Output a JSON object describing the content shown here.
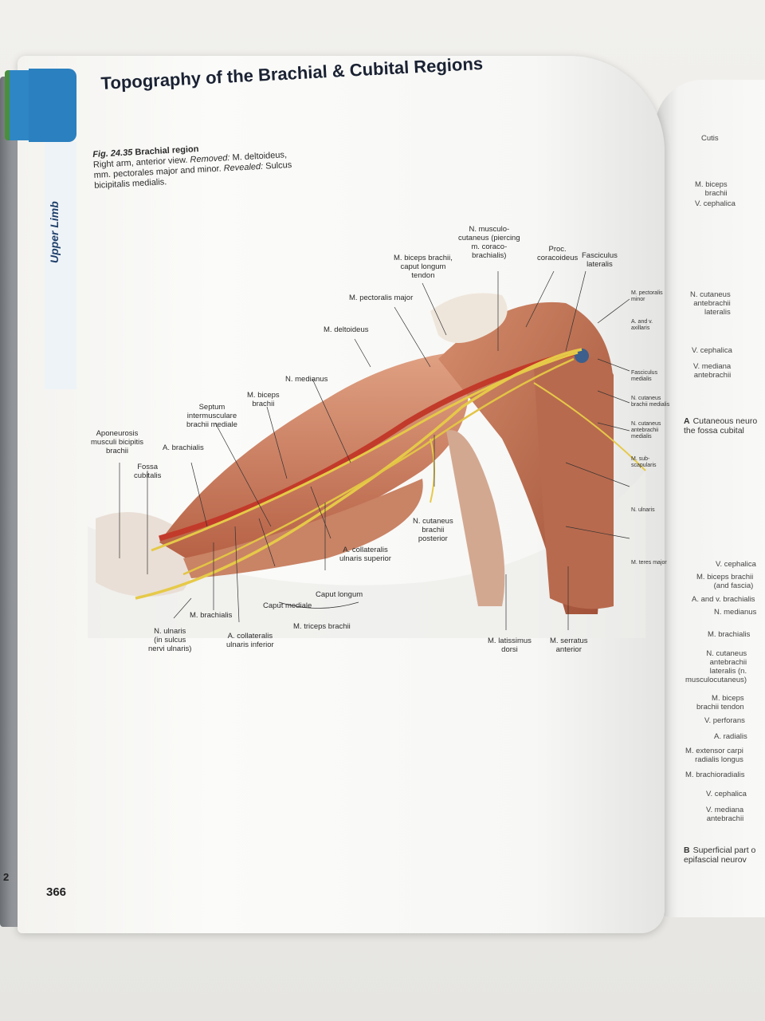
{
  "page": {
    "title": "Topography of the Brachial & Cubital Regions",
    "section": "Upper Limb",
    "page_number": "366",
    "chapter_number": "2"
  },
  "figure": {
    "number": "Fig. 24.35",
    "title": "Brachial region",
    "desc_line": "Right arm, anterior view.",
    "removed_label": "Removed:",
    "removed_text": "M. deltoideus, mm. pectorales major and minor.",
    "revealed_label": "Revealed:",
    "revealed_text": "Sulcus bicipitalis medialis."
  },
  "labels": {
    "n_musculocutaneus": "N. musculo-\ncutaneus (piercing\nm. coraco-\nbrachialis)",
    "proc_coracoideus": "Proc.\ncoracoideus",
    "fasciculus_lateralis": "Fasciculus\nlateralis",
    "m_biceps_caput_longum": "M. biceps brachii,\ncaput longum\ntendon",
    "m_pectoralis_major": "M. pectoralis major",
    "m_deltoideus": "M. deltoideus",
    "n_medianus": "N. medianus",
    "m_biceps_brachii": "M. biceps\nbrachii",
    "septum": "Septum\nintermusculare\nbrachii mediale",
    "aponeurosis": "Aponeurosis\nmusculi bicipitis\nbrachii",
    "a_brachialis": "A. brachialis",
    "fossa_cubitalis": "Fossa\ncubitalis",
    "n_cutaneus_posterior": "N. cutaneus\nbrachii\nposterior",
    "a_collateralis_superior": "A. collateralis\nulnaris superior",
    "caput_longum": "Caput longum",
    "caput_mediale": "Caput mediale",
    "m_triceps": "M. triceps brachii",
    "m_brachialis": "M. brachialis",
    "n_ulnaris": "N. ulnaris\n(in sulcus\nnervi ulnaris)",
    "a_collateralis_inferior": "A. collateralis\nulnaris inferior",
    "m_latissimus": "M. latissimus\ndorsi",
    "m_serratus": "M. serratus\nanterior",
    "m_pectoralis_minor": "M. pectoralis\nminor",
    "a_v_axillaris": "A. and v.\naxillaris",
    "fasciculus_medialis": "Fasciculus\nmedialis",
    "n_cut_brachii_med": "N. cutaneus\nbrachii medialis",
    "n_cut_antebrachii_med": "N. cutaneus\nantebrachii\nmedialis",
    "m_subscapularis": "M. sub-\nscapularis",
    "n_ulnaris_small": "N. ulnaris",
    "m_teres_major": "M. teres major"
  },
  "right_page": {
    "labels_top": [
      "Cutis",
      "M. biceps\nbrachii",
      "V. cephalica",
      "N. cutaneus\nantebrachii\nlateralis",
      "V. cephalica",
      "V. mediana\nantebrachii"
    ],
    "caption_a_key": "A",
    "caption_a": "Cutaneous neuro\nthe fossa cubital",
    "labels_bottom": [
      "V. cephalica",
      "M. biceps brachii\n(and fascia)",
      "A. and v. brachialis",
      "N. medianus",
      "M. brachialis",
      "N. cutaneus\nantebrachii\nlateralis (n.\nmusculocutaneus)",
      "M. biceps\nbrachii tendon",
      "V. perforans",
      "A. radialis",
      "M. extensor carpi\nradialis longus",
      "M. brachioradialis",
      "V. cephalica",
      "V. mediana\nantebrachii"
    ],
    "caption_b_key": "B",
    "caption_b": "Superficial part o\nepifascial neurov"
  },
  "colors": {
    "header_blue": "#2b80c0",
    "muscle": "#c7765a",
    "nerve": "#e6c948",
    "artery": "#c23a2a",
    "vein": "#3c5f8c"
  }
}
